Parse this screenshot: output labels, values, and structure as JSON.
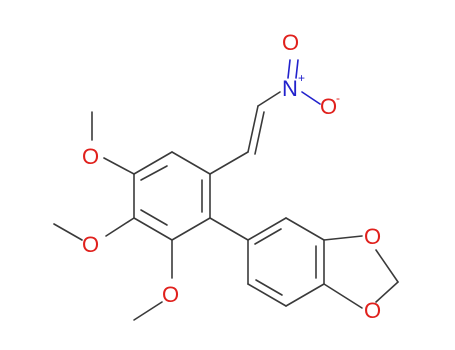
{
  "molecule": {
    "atoms": {
      "nitro_o_top": "O",
      "nitro_n": "N",
      "nitro_charge": "+",
      "nitro_o_right": "O",
      "nitro_o_right_charge": "-",
      "methoxy_o_1": "O",
      "methoxy_o_2": "O",
      "methoxy_o_3": "O",
      "dioxole_o_top": "O",
      "dioxole_o_bottom": "O"
    },
    "colors": {
      "bond": "#3a3a3a",
      "oxygen": "#e0201c",
      "nitrogen": "#2222cc",
      "background": "#ffffff"
    }
  }
}
